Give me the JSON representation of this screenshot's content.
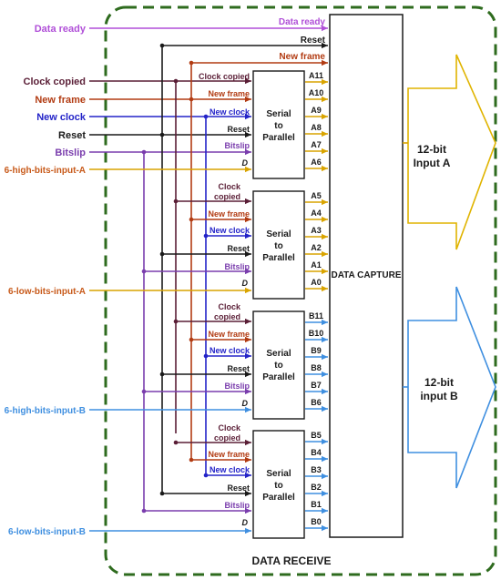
{
  "colors": {
    "purple": "#b04fd8",
    "black": "#1a1a1a",
    "red": "#b23b12",
    "maroon": "#5a1e36",
    "blue": "#2323c8",
    "violet": "#7a3dad",
    "gold": "#d9a400",
    "skyblue": "#3f8fe0",
    "border": "#2e6b1e"
  },
  "diagram": {
    "title": "DATA RECEIVE",
    "capture_label": "DATA CAPTURE",
    "inputs": {
      "data_ready": "Data ready",
      "clock_copied": "Clock copied",
      "new_frame": "New frame",
      "new_clock": "New clock",
      "reset": "Reset",
      "bitslip": "Bitslip",
      "high_a": "6-high-bits-input-A",
      "low_a": "6-low-bits-input-A",
      "high_b": "6-high-bits-input-B",
      "low_b": "6-low-bits-input-B"
    },
    "capture_top": {
      "data_ready": "Data ready",
      "reset": "Reset",
      "new_frame": "New frame"
    },
    "block": {
      "line1": "Serial",
      "line2": "to",
      "line3": "Parallel"
    },
    "ports": {
      "clock_copied": "Clock copied",
      "clock": "Clock",
      "copied": "copied",
      "new_frame": "New frame",
      "new_clock": "New clock",
      "reset": "Reset",
      "bitslip": "Bitslip",
      "d": "D"
    },
    "outputs": [
      [
        "A11",
        "A10",
        "A9",
        "A8",
        "A7",
        "A6"
      ],
      [
        "A5",
        "A4",
        "A3",
        "A2",
        "A1",
        "A0"
      ],
      [
        "B11",
        "B10",
        "B9",
        "B8",
        "B7",
        "B6"
      ],
      [
        "B5",
        "B4",
        "B3",
        "B2",
        "B1",
        "B0"
      ]
    ],
    "big_outputs": {
      "a_line1": "12-bit",
      "a_line2": "Input A",
      "b_line1": "12-bit",
      "b_line2": "input B"
    }
  }
}
